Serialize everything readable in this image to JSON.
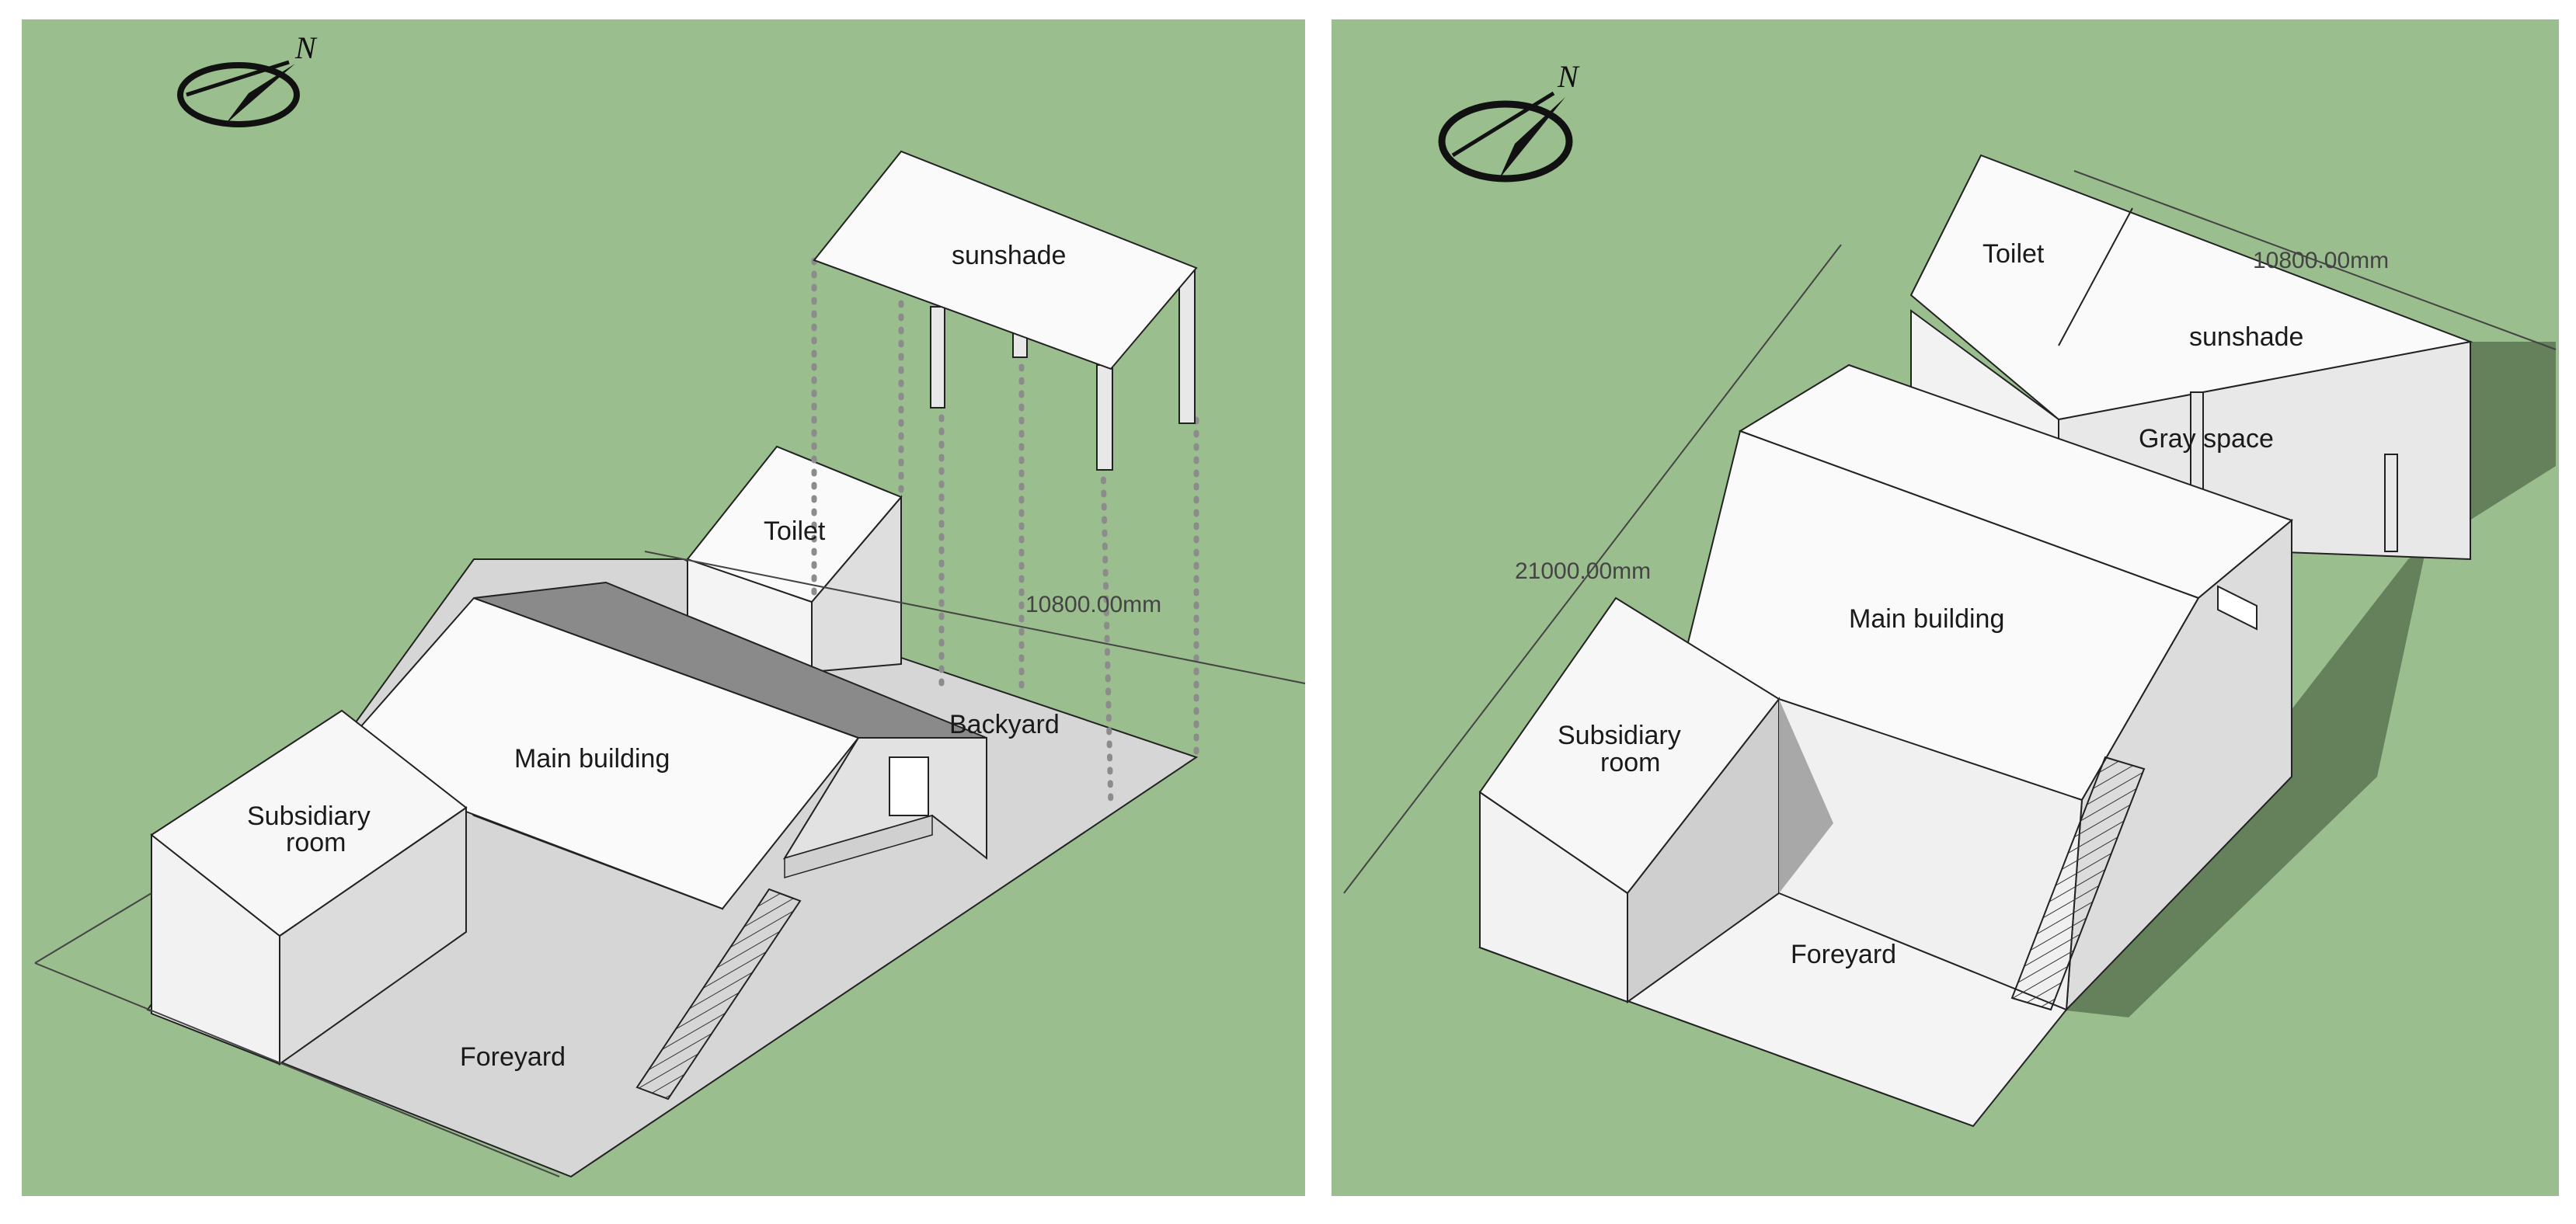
{
  "colors": {
    "ground": "#9bbe8f",
    "wall_light": "#f6f6f6",
    "wall_mid": "#e6e6e6",
    "wall_shade": "#c8c8c8",
    "roof_dark": "#8a8a8a",
    "yard": "#d6d6d6",
    "edge": "#222222",
    "shadow": "#5e7a55",
    "dim_line": "#444444",
    "dotted": "#8c8c8c"
  },
  "icons": {
    "compass": "north-arrow-icon"
  },
  "left_panel": {
    "north_label": "N",
    "labels": {
      "sunshade": "sunshade",
      "toilet": "Toilet",
      "main_building": "Main building",
      "subsidiary_room_line1": "Subsidiary",
      "subsidiary_room_line2": "room",
      "backyard": "Backyard",
      "foreyard": "Foreyard"
    },
    "dimension": "10800.00mm"
  },
  "right_panel": {
    "north_label": "N",
    "labels": {
      "toilet": "Toilet",
      "sunshade": "sunshade",
      "gray_space": "Gray space",
      "main_building": "Main building",
      "subsidiary_room_line1": "Subsidiary",
      "subsidiary_room_line2": "room",
      "foreyard": "Foreyard"
    },
    "dimension_top": "10800.00mm",
    "dimension_left": "21000.00mm"
  }
}
